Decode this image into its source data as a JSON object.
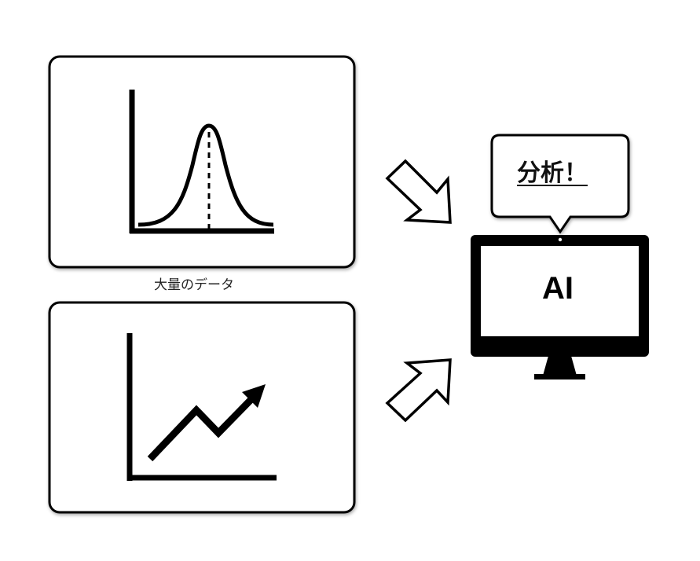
{
  "diagram": {
    "data_label": "大量のデータ",
    "ai_label": "AI",
    "bubble_text": "分析！",
    "colors": {
      "stroke": "#000000",
      "background": "#ffffff"
    },
    "icons": [
      "bell-curve-chart-icon",
      "rising-line-chart-icon",
      "arrow-down-right-icon",
      "arrow-up-right-icon",
      "monitor-icon",
      "speech-bubble-icon"
    ]
  }
}
